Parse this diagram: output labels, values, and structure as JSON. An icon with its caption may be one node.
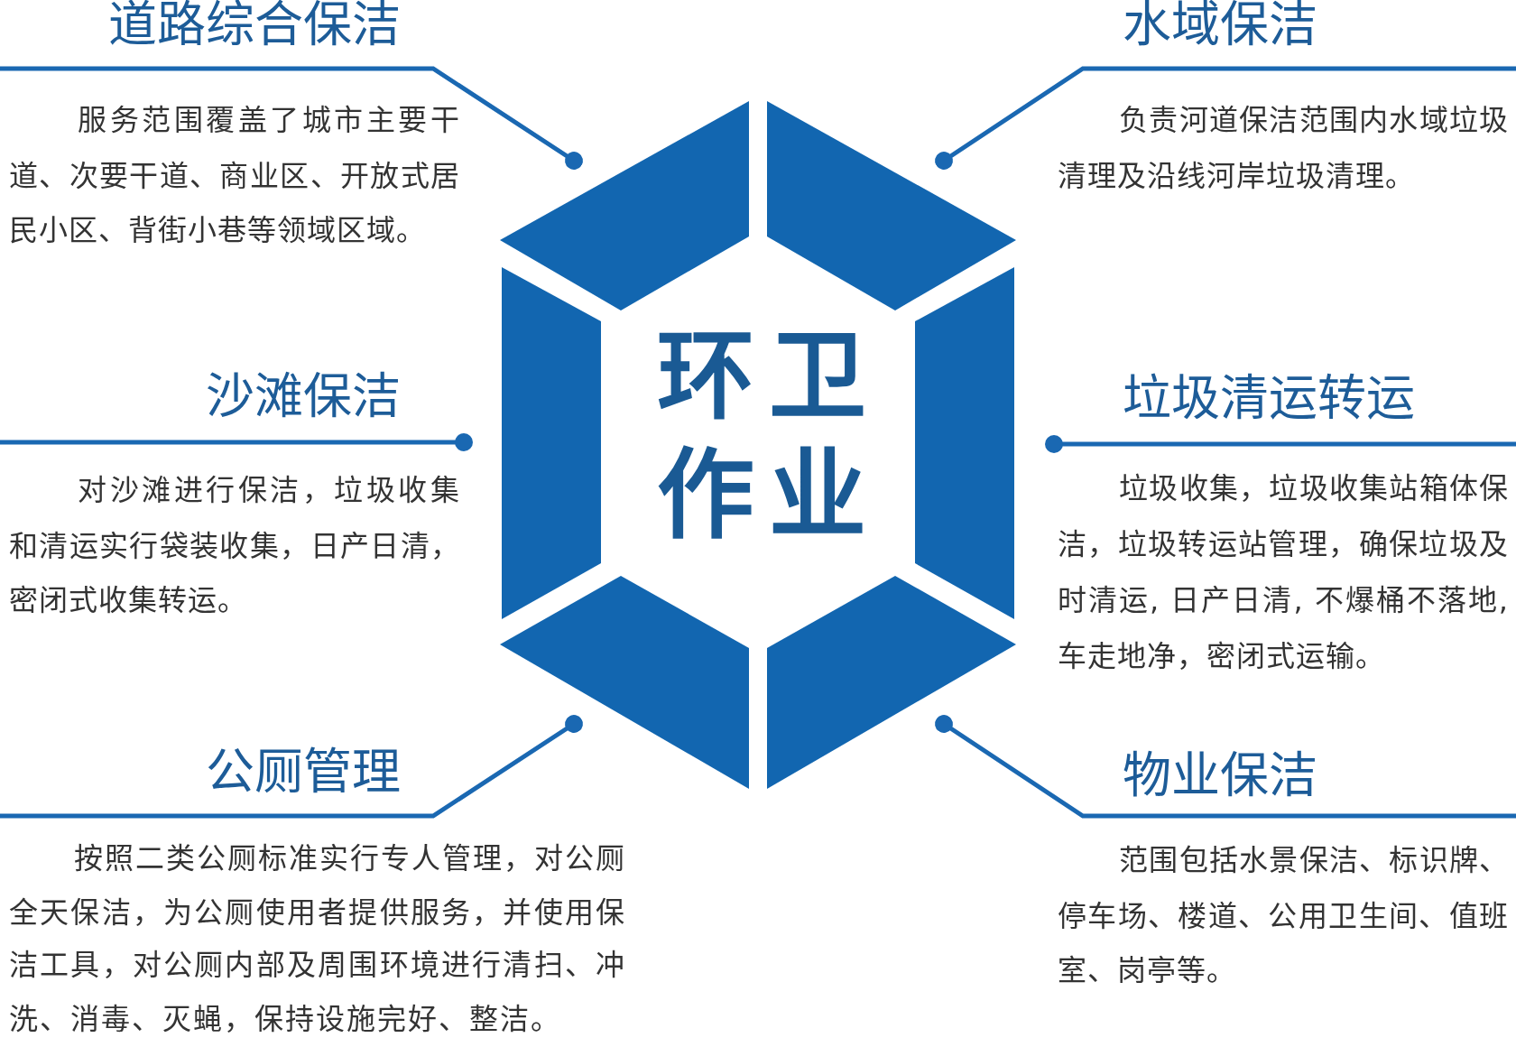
{
  "diagram": {
    "nodes": [
      {
        "text": [
          "环卫作业"
        ]
      },
      {
        "text": [
          "道路综合保洁",
          "服务范围覆盖了城市主要干道、次要干道、商业区、开放式居民小区、背街小巷等领域区域。"
        ]
      },
      {
        "text": [
          "水域保洁",
          "负责河道保洁范围内水域垃圾清理及沿线河岸垃圾清理。"
        ]
      },
      {
        "text": [
          "沙滩保洁",
          "对沙滩进行保洁，垃圾收集和清运实行袋装收集，日产日清，密闭式收集转运。"
        ]
      },
      {
        "text": [
          "垃圾清运转运",
          "垃圾收集，垃圾收集站箱体保洁，垃圾转运站管理，确保垃圾及时清运, 日产日清, 不爆桶不落地, 车走地净，密闭式运输。"
        ]
      },
      {
        "text": [
          "公厕管理",
          "按照二类公厕标准实行专人管理，对公厕全天保洁，为公厕使用者提供服务，并使用保洁工具，对公厕内部及周围环境进行清扫、冲洗、消毒、灭蝇，保持设施完好、整洁。"
        ]
      },
      {
        "text": [
          "物业保洁",
          "范围包括水景保洁、标识牌、停车场、楼道、公用卫生间、值班室、岗亭等。"
        ]
      },
      {
        "text": [],
        "shape": "parallelogram"
      },
      {
        "text": [],
        "shape": "parallelogram"
      },
      {
        "text": [],
        "shape": "parallelogram"
      },
      {
        "text": [],
        "shape": "parallelogram"
      },
      {
        "text": [],
        "shape": "parallelogram"
      },
      {
        "text": [],
        "shape": "parallelogram"
      }
    ],
    "edges": [
      {
        "from": 1,
        "to": 7,
        "arrow": "other"
      },
      {
        "from": 2,
        "to": 8,
        "arrow": "other"
      },
      {
        "from": 3,
        "to": 9,
        "arrow": "other"
      },
      {
        "from": 4,
        "to": 10,
        "arrow": "other"
      },
      {
        "from": 5,
        "to": 11,
        "arrow": "other"
      },
      {
        "from": 6,
        "to": 12,
        "arrow": "other"
      }
    ]
  }
}
